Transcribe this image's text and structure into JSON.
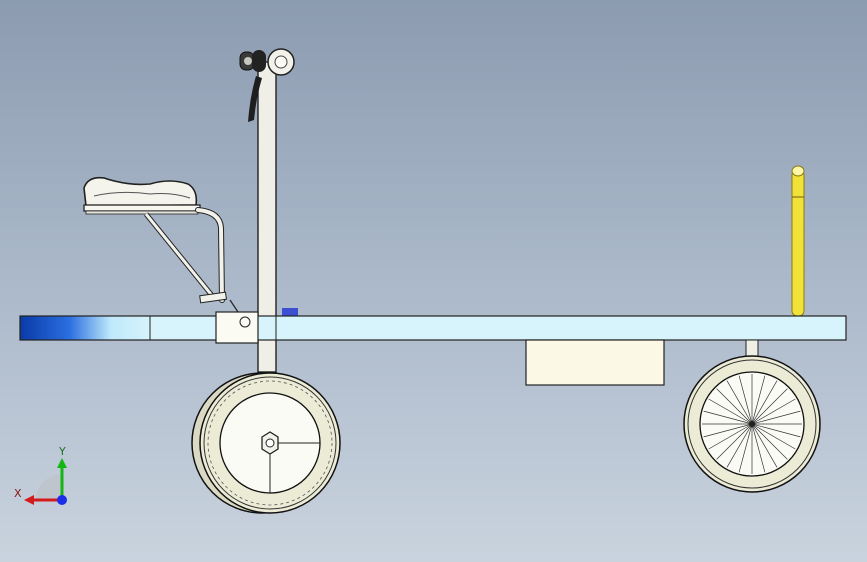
{
  "app": {
    "view": "cad-3d-viewport"
  },
  "model": {
    "assembly": "scooter-side-view",
    "parts": [
      "handlebar-column",
      "seat",
      "seat-support-arm",
      "deck-platform",
      "battery-box",
      "front-wheel",
      "rear-wheel",
      "yellow-post"
    ]
  },
  "triad": {
    "x_label": "X",
    "y_label": "Y"
  },
  "colors": {
    "deck": "#d7f3fb",
    "deck_gradient_start": "#0a3aa8",
    "post": "#f1e23a",
    "tire": "#ebebd6",
    "box": "#fbf8e6",
    "triad_x": "#d41b1b",
    "triad_y": "#15b515",
    "triad_z": "#1b2ee8"
  }
}
